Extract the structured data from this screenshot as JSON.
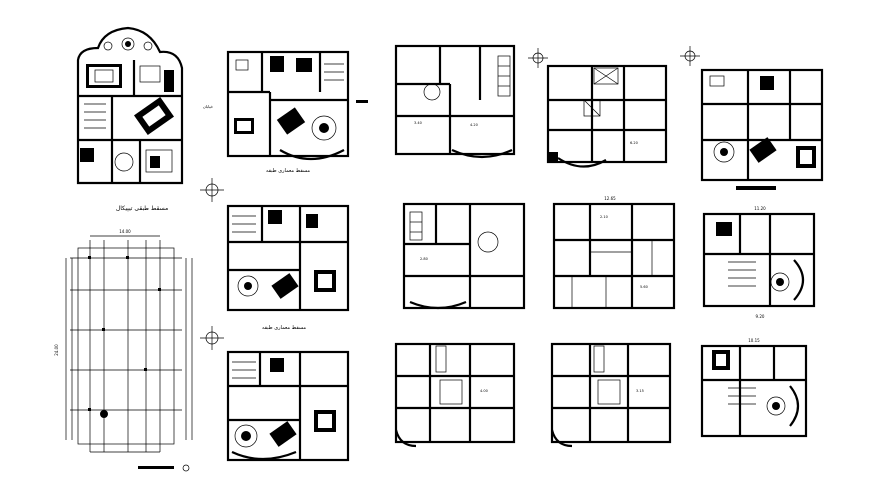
{
  "drawing_sheet": {
    "sheet_caption": "مسقط طبقی تیپیکال",
    "plan_captions": {
      "floor_2": "مسقط معماری طبقه",
      "floor_3": "مسقط معماری طبقه"
    },
    "street_label": "خیابان",
    "dimension_labels": {
      "column_grid_width": "14.00",
      "column_grid_height": "24.00",
      "top_plan_width": "12.65",
      "right_plan_width": "11.20",
      "right_plan_bottom": "9.20",
      "bottom_right_width": "10.15"
    },
    "room_area_labels": [
      "4.20",
      "3.40",
      "2.10",
      "5.60",
      "4.00",
      "3.15",
      "2.80",
      "6.20"
    ],
    "colors": {
      "line": "#000000",
      "background": "#ffffff"
    },
    "icons": [
      "north-arrow-icon",
      "section-marker-icon"
    ]
  }
}
